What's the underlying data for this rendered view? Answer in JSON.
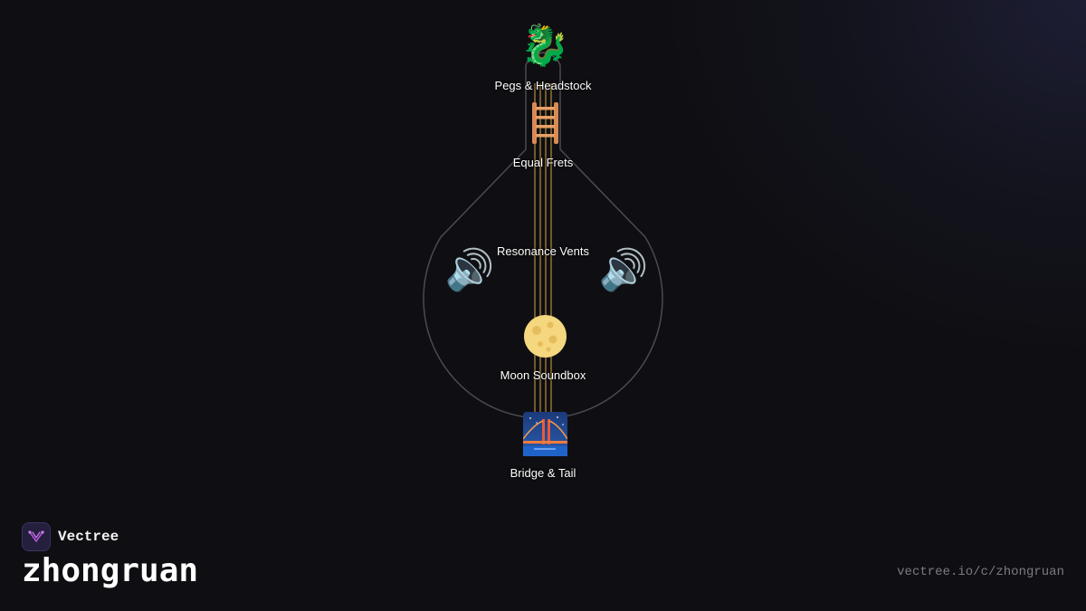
{
  "diagram": {
    "nodes": [
      {
        "id": "pegs",
        "icon": "dragon-icon",
        "emoji": "🐉",
        "label": "Pegs & Headstock"
      },
      {
        "id": "frets",
        "icon": "ladder-icon",
        "emoji": "🪜",
        "label": "Equal Frets"
      },
      {
        "id": "vents",
        "icon": "speaker-icon",
        "emoji": "🔊",
        "label": "Resonance Vents"
      },
      {
        "id": "soundbox",
        "icon": "full-moon-icon",
        "emoji": "🌕",
        "label": "Moon Soundbox"
      },
      {
        "id": "bridge",
        "icon": "bridge-at-night-icon",
        "emoji": "🌉",
        "label": "Bridge & Tail"
      }
    ],
    "colors": {
      "outline": "#4a4a50",
      "strings": "#d9a441",
      "background": "#0f0f13"
    }
  },
  "brand": {
    "name": "Vectree",
    "logo_icon": "vectree-logo-icon",
    "accent": "#b44fd8"
  },
  "footer": {
    "title": "zhongruan",
    "url": "vectree.io/c/zhongruan"
  }
}
